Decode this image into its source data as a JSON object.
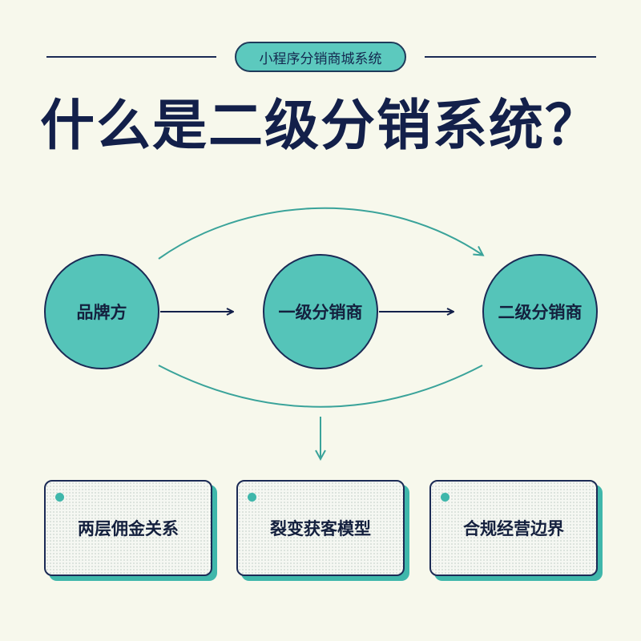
{
  "header": {
    "tag": "小程序分销商城系统",
    "title": "什么是二级分销系统？"
  },
  "flow": {
    "nodes": [
      {
        "label": "品牌方"
      },
      {
        "label": "一级分销商"
      },
      {
        "label": "二级分销商"
      }
    ]
  },
  "cards": [
    {
      "label": "两层佣金关系"
    },
    {
      "label": "裂变获客模型"
    },
    {
      "label": "合规经营边界"
    }
  ],
  "colors": {
    "background": "#f7f8ec",
    "navy": "#13204a",
    "teal": "#55c4b9",
    "teal_dark": "#3fb7ab",
    "arc": "#3aa39a"
  }
}
